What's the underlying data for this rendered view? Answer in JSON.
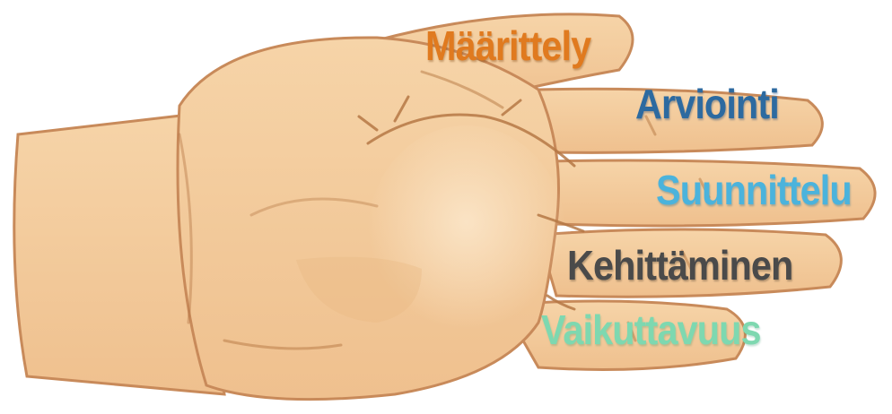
{
  "labels": [
    {
      "text": "Määrittely",
      "color": "#e07a1f"
    },
    {
      "text": "Arviointi",
      "color": "#2d6aa0"
    },
    {
      "text": "Suunnittelu",
      "color": "#4bb3dc"
    },
    {
      "text": "Kehittäminen",
      "color": "#4a4a4a"
    },
    {
      "text": "Vaikuttavuus",
      "color": "#7ed8b0"
    }
  ],
  "colors": {
    "skin": "#f3c99a",
    "skin_light": "#f8dcb7",
    "skin_shadow": "#e8b07a",
    "outline": "#c88a5a",
    "crease": "#b57845"
  }
}
